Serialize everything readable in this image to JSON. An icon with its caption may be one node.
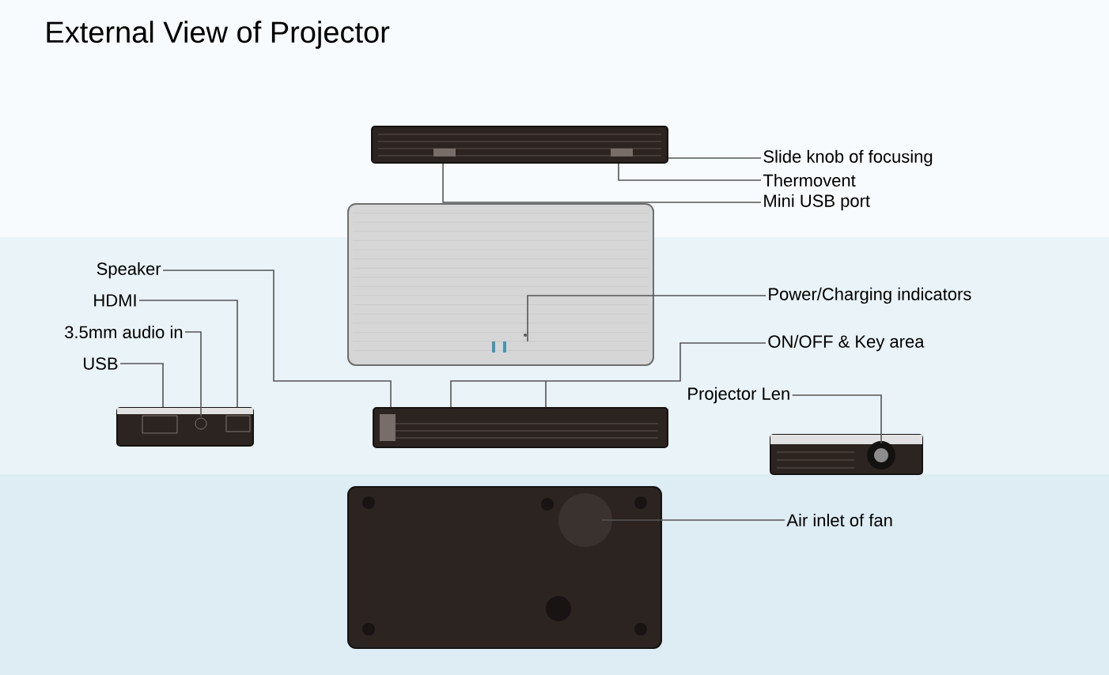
{
  "diagram": {
    "title": "External View of Projector",
    "nodes": [
      {
        "text": [
          "Slide knob of focusing"
        ]
      },
      {
        "text": [
          "Thermovent"
        ]
      },
      {
        "text": [
          "Mini USB port"
        ]
      },
      {
        "text": [
          "Power/Charging indicators"
        ]
      },
      {
        "text": [
          "ON/OFF & Key area"
        ]
      },
      {
        "text": [
          "Projector Len"
        ]
      },
      {
        "text": [
          "Air inlet of fan"
        ]
      },
      {
        "text": [
          "Speaker"
        ]
      },
      {
        "text": [
          "HDMI"
        ]
      },
      {
        "text": [
          "3.5mm audio in"
        ]
      },
      {
        "text": [
          "USB"
        ]
      },
      {
        "text": [],
        "shape": "picture"
      },
      {
        "text": [],
        "shape": "picture"
      },
      {
        "text": [],
        "shape": "picture"
      },
      {
        "text": [],
        "shape": "picture"
      },
      {
        "text": [],
        "shape": "picture"
      },
      {
        "text": [],
        "shape": "picture"
      }
    ],
    "edges": [
      {
        "from": 0,
        "to": 11,
        "arrow": "none"
      },
      {
        "from": 1,
        "to": 11,
        "arrow": "none"
      },
      {
        "from": 2,
        "to": 11,
        "arrow": "none"
      },
      {
        "from": 3,
        "to": 12,
        "arrow": "none"
      },
      {
        "from": 4,
        "to": 13,
        "arrow": "none"
      },
      {
        "from": 5,
        "to": 15,
        "arrow": "none"
      },
      {
        "from": 6,
        "to": 16,
        "arrow": "none"
      },
      {
        "from": 7,
        "to": 13,
        "arrow": "none"
      },
      {
        "from": 8,
        "to": 14,
        "arrow": "none"
      },
      {
        "from": 9,
        "to": 14,
        "arrow": "none"
      },
      {
        "from": 10,
        "to": 14,
        "arrow": "none"
      }
    ]
  }
}
